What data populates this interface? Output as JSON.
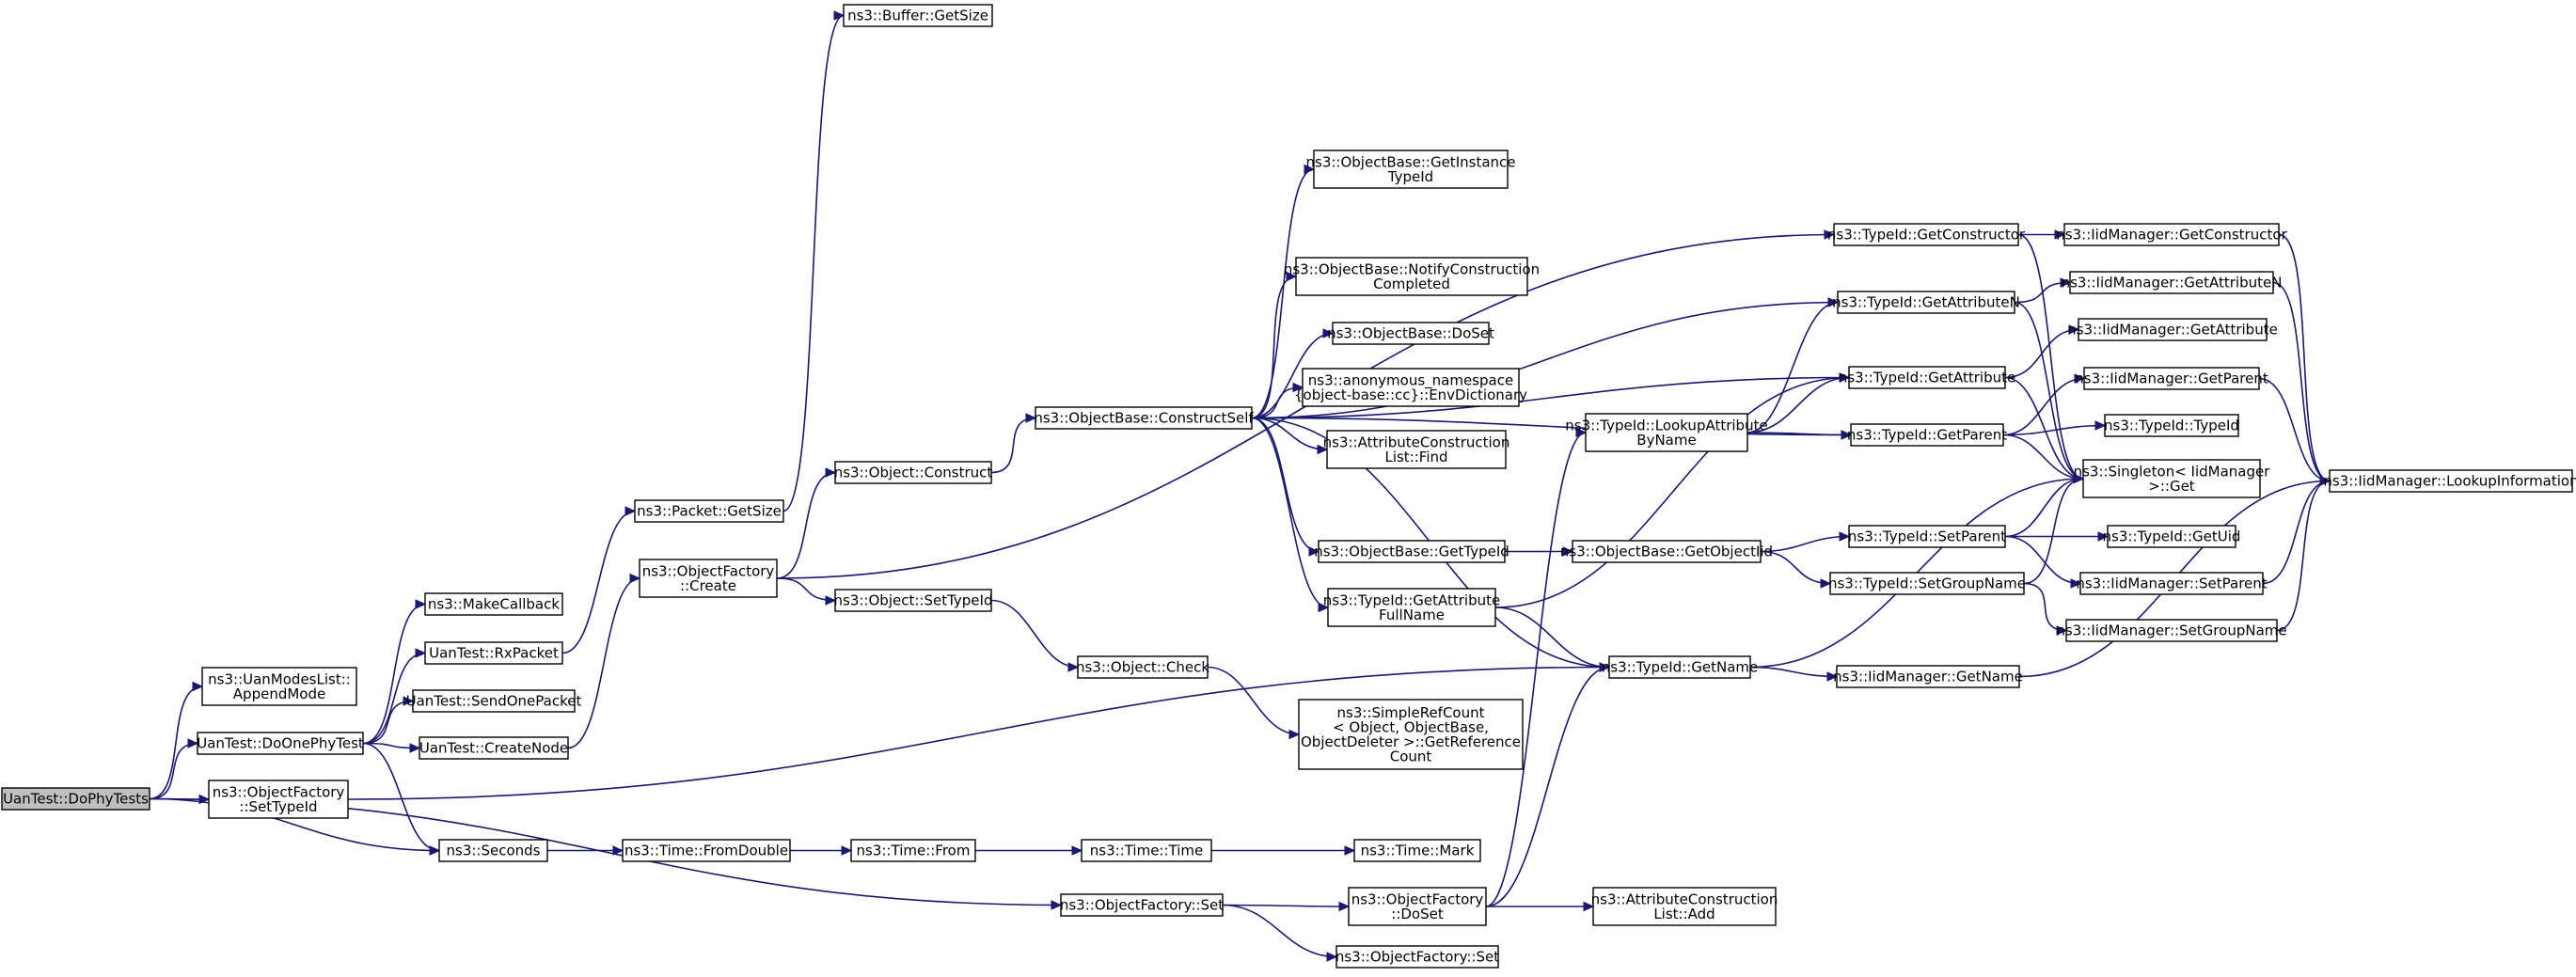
{
  "colors": {
    "edge": "#191970",
    "root_fill": "#bfbfbf",
    "node_fill": "#ffffff",
    "node_border": "#000000"
  },
  "nodes": [
    {
      "id": "doPhyTests",
      "lines": [
        "UanTest::DoPhyTests"
      ],
      "root": true
    },
    {
      "id": "appendMode",
      "lines": [
        "ns3::UanModesList::",
        "AppendMode"
      ]
    },
    {
      "id": "doOnePhyTest",
      "lines": [
        "UanTest::DoOnePhyTest"
      ]
    },
    {
      "id": "ofSetTypeId",
      "lines": [
        "ns3::ObjectFactory",
        "::SetTypeId"
      ]
    },
    {
      "id": "seconds",
      "lines": [
        "ns3::Seconds"
      ]
    },
    {
      "id": "ofSet",
      "lines": [
        "ns3::ObjectFactory::Set"
      ]
    },
    {
      "id": "makeCallback",
      "lines": [
        "ns3::MakeCallback"
      ]
    },
    {
      "id": "rxPacket",
      "lines": [
        "UanTest::RxPacket"
      ]
    },
    {
      "id": "sendOnePacket",
      "lines": [
        "UanTest::SendOnePacket"
      ]
    },
    {
      "id": "createNode",
      "lines": [
        "UanTest::CreateNode"
      ]
    },
    {
      "id": "packetGetSize",
      "lines": [
        "ns3::Packet::GetSize"
      ]
    },
    {
      "id": "bufferGetSize",
      "lines": [
        "ns3::Buffer::GetSize"
      ]
    },
    {
      "id": "ofCreate",
      "lines": [
        "ns3::ObjectFactory",
        "::Create"
      ]
    },
    {
      "id": "objConstruct",
      "lines": [
        "ns3::Object::Construct"
      ]
    },
    {
      "id": "objSetTypeId",
      "lines": [
        "ns3::Object::SetTypeId"
      ]
    },
    {
      "id": "objCheck",
      "lines": [
        "ns3::Object::Check"
      ]
    },
    {
      "id": "simpleRefCount",
      "lines": [
        "ns3::SimpleRefCount",
        "< Object, ObjectBase,",
        "ObjectDeleter >::GetReference",
        "Count"
      ]
    },
    {
      "id": "constructSelf",
      "lines": [
        "ns3::ObjectBase::ConstructSelf"
      ]
    },
    {
      "id": "getInstanceTypeId",
      "lines": [
        "ns3::ObjectBase::GetInstance",
        "TypeId"
      ]
    },
    {
      "id": "notifyConstruction",
      "lines": [
        "ns3::ObjectBase::NotifyConstruction",
        "Completed"
      ]
    },
    {
      "id": "doSet",
      "lines": [
        "ns3::ObjectBase::DoSet"
      ]
    },
    {
      "id": "envDictionary",
      "lines": [
        "ns3::anonymous_namespace",
        "{object-base::cc}::EnvDictionary"
      ]
    },
    {
      "id": "acListFind",
      "lines": [
        "ns3::AttributeConstruction",
        "List::Find"
      ]
    },
    {
      "id": "obGetTypeId",
      "lines": [
        "ns3::ObjectBase::GetTypeId"
      ]
    },
    {
      "id": "getAttrFullName",
      "lines": [
        "ns3::TypeId::GetAttribute",
        "FullName"
      ]
    },
    {
      "id": "getObjectIid",
      "lines": [
        "ns3::ObjectBase::GetObjectIid"
      ]
    },
    {
      "id": "lookupAttrByName",
      "lines": [
        "ns3::TypeId::LookupAttribute",
        "ByName"
      ]
    },
    {
      "id": "tidGetName",
      "lines": [
        "ns3::TypeId::GetName"
      ]
    },
    {
      "id": "ofDoSet",
      "lines": [
        "ns3::ObjectFactory",
        "::DoSet"
      ]
    },
    {
      "id": "ofSet2",
      "lines": [
        "ns3::ObjectFactory::Set"
      ]
    },
    {
      "id": "acListAdd",
      "lines": [
        "ns3::AttributeConstruction",
        "List::Add"
      ]
    },
    {
      "id": "fromDouble",
      "lines": [
        "ns3::Time::FromDouble"
      ]
    },
    {
      "id": "timeFrom",
      "lines": [
        "ns3::Time::From"
      ]
    },
    {
      "id": "timeTime",
      "lines": [
        "ns3::Time::Time"
      ]
    },
    {
      "id": "timeMark",
      "lines": [
        "ns3::Time::Mark"
      ]
    },
    {
      "id": "tidGetConstructor",
      "lines": [
        "ns3::TypeId::GetConstructor"
      ]
    },
    {
      "id": "tidGetAttributeN",
      "lines": [
        "ns3::TypeId::GetAttributeN"
      ]
    },
    {
      "id": "tidGetAttribute",
      "lines": [
        "ns3::TypeId::GetAttribute"
      ]
    },
    {
      "id": "tidGetParent",
      "lines": [
        "ns3::TypeId::GetParent"
      ]
    },
    {
      "id": "tidSetParent",
      "lines": [
        "ns3::TypeId::SetParent"
      ]
    },
    {
      "id": "tidSetGroupName",
      "lines": [
        "ns3::TypeId::SetGroupName"
      ]
    },
    {
      "id": "iidGetConstructor",
      "lines": [
        "ns3::IidManager::GetConstructor"
      ]
    },
    {
      "id": "iidGetAttributeN",
      "lines": [
        "ns3::IidManager::GetAttributeN"
      ]
    },
    {
      "id": "iidGetAttribute",
      "lines": [
        "ns3::IidManager::GetAttribute"
      ]
    },
    {
      "id": "iidGetParent",
      "lines": [
        "ns3::IidManager::GetParent"
      ]
    },
    {
      "id": "tidTypeId",
      "lines": [
        "ns3::TypeId::TypeId"
      ]
    },
    {
      "id": "singletonGet",
      "lines": [
        "ns3::Singleton< IidManager",
        ">::Get"
      ]
    },
    {
      "id": "tidGetUid",
      "lines": [
        "ns3::TypeId::GetUid"
      ]
    },
    {
      "id": "iidSetParent",
      "lines": [
        "ns3::IidManager::SetParent"
      ]
    },
    {
      "id": "iidSetGroupName",
      "lines": [
        "ns3::IidManager::SetGroupName"
      ]
    },
    {
      "id": "iidGetName",
      "lines": [
        "ns3::IidManager::GetName"
      ]
    },
    {
      "id": "iidLookupInfo",
      "lines": [
        "ns3::IidManager::LookupInformation"
      ]
    }
  ],
  "edges": [
    [
      "doPhyTests",
      "appendMode"
    ],
    [
      "doPhyTests",
      "doOnePhyTest"
    ],
    [
      "doPhyTests",
      "ofSetTypeId"
    ],
    [
      "doPhyTests",
      "seconds"
    ],
    [
      "doPhyTests",
      "ofSet"
    ],
    [
      "doOnePhyTest",
      "makeCallback"
    ],
    [
      "doOnePhyTest",
      "rxPacket"
    ],
    [
      "doOnePhyTest",
      "sendOnePacket"
    ],
    [
      "doOnePhyTest",
      "createNode"
    ],
    [
      "doOnePhyTest",
      "seconds"
    ],
    [
      "rxPacket",
      "packetGetSize"
    ],
    [
      "packetGetSize",
      "bufferGetSize"
    ],
    [
      "createNode",
      "ofCreate"
    ],
    [
      "ofCreate",
      "objConstruct"
    ],
    [
      "ofCreate",
      "objSetTypeId"
    ],
    [
      "ofCreate",
      "tidGetConstructor"
    ],
    [
      "objConstruct",
      "constructSelf"
    ],
    [
      "objSetTypeId",
      "objCheck"
    ],
    [
      "objCheck",
      "simpleRefCount"
    ],
    [
      "constructSelf",
      "getInstanceTypeId"
    ],
    [
      "constructSelf",
      "notifyConstruction"
    ],
    [
      "constructSelf",
      "doSet"
    ],
    [
      "constructSelf",
      "envDictionary"
    ],
    [
      "constructSelf",
      "acListFind"
    ],
    [
      "constructSelf",
      "obGetTypeId"
    ],
    [
      "constructSelf",
      "getAttrFullName"
    ],
    [
      "constructSelf",
      "tidGetAttributeN"
    ],
    [
      "constructSelf",
      "tidGetAttribute"
    ],
    [
      "constructSelf",
      "tidGetParent"
    ],
    [
      "constructSelf",
      "tidGetName"
    ],
    [
      "obGetTypeId",
      "getObjectIid"
    ],
    [
      "getObjectIid",
      "tidSetParent"
    ],
    [
      "getObjectIid",
      "tidSetGroupName"
    ],
    [
      "getAttrFullName",
      "tidGetName"
    ],
    [
      "getAttrFullName",
      "tidGetAttribute"
    ],
    [
      "lookupAttrByName",
      "tidGetAttributeN"
    ],
    [
      "lookupAttrByName",
      "tidGetAttribute"
    ],
    [
      "lookupAttrByName",
      "tidGetParent"
    ],
    [
      "ofSetTypeId",
      "tidGetName"
    ],
    [
      "seconds",
      "fromDouble"
    ],
    [
      "fromDouble",
      "timeFrom"
    ],
    [
      "timeFrom",
      "timeTime"
    ],
    [
      "timeTime",
      "timeMark"
    ],
    [
      "ofSet",
      "ofDoSet"
    ],
    [
      "ofSet",
      "ofSet2"
    ],
    [
      "ofDoSet",
      "acListAdd"
    ],
    [
      "ofDoSet",
      "lookupAttrByName"
    ],
    [
      "ofDoSet",
      "tidGetName"
    ],
    [
      "tidGetConstructor",
      "iidGetConstructor"
    ],
    [
      "tidGetConstructor",
      "singletonGet"
    ],
    [
      "tidGetAttributeN",
      "iidGetAttributeN"
    ],
    [
      "tidGetAttributeN",
      "singletonGet"
    ],
    [
      "tidGetAttribute",
      "iidGetAttribute"
    ],
    [
      "tidGetAttribute",
      "singletonGet"
    ],
    [
      "tidGetParent",
      "iidGetParent"
    ],
    [
      "tidGetParent",
      "tidTypeId"
    ],
    [
      "tidGetParent",
      "singletonGet"
    ],
    [
      "tidSetParent",
      "tidGetUid"
    ],
    [
      "tidSetParent",
      "iidSetParent"
    ],
    [
      "tidSetParent",
      "singletonGet"
    ],
    [
      "tidSetGroupName",
      "iidSetGroupName"
    ],
    [
      "tidSetGroupName",
      "singletonGet"
    ],
    [
      "tidGetName",
      "iidGetName"
    ],
    [
      "tidGetName",
      "singletonGet"
    ],
    [
      "iidGetConstructor",
      "iidLookupInfo"
    ],
    [
      "iidGetAttributeN",
      "iidLookupInfo"
    ],
    [
      "iidGetParent",
      "iidLookupInfo"
    ],
    [
      "iidSetParent",
      "iidLookupInfo"
    ],
    [
      "iidSetGroupName",
      "iidLookupInfo"
    ],
    [
      "iidGetName",
      "iidLookupInfo"
    ]
  ]
}
